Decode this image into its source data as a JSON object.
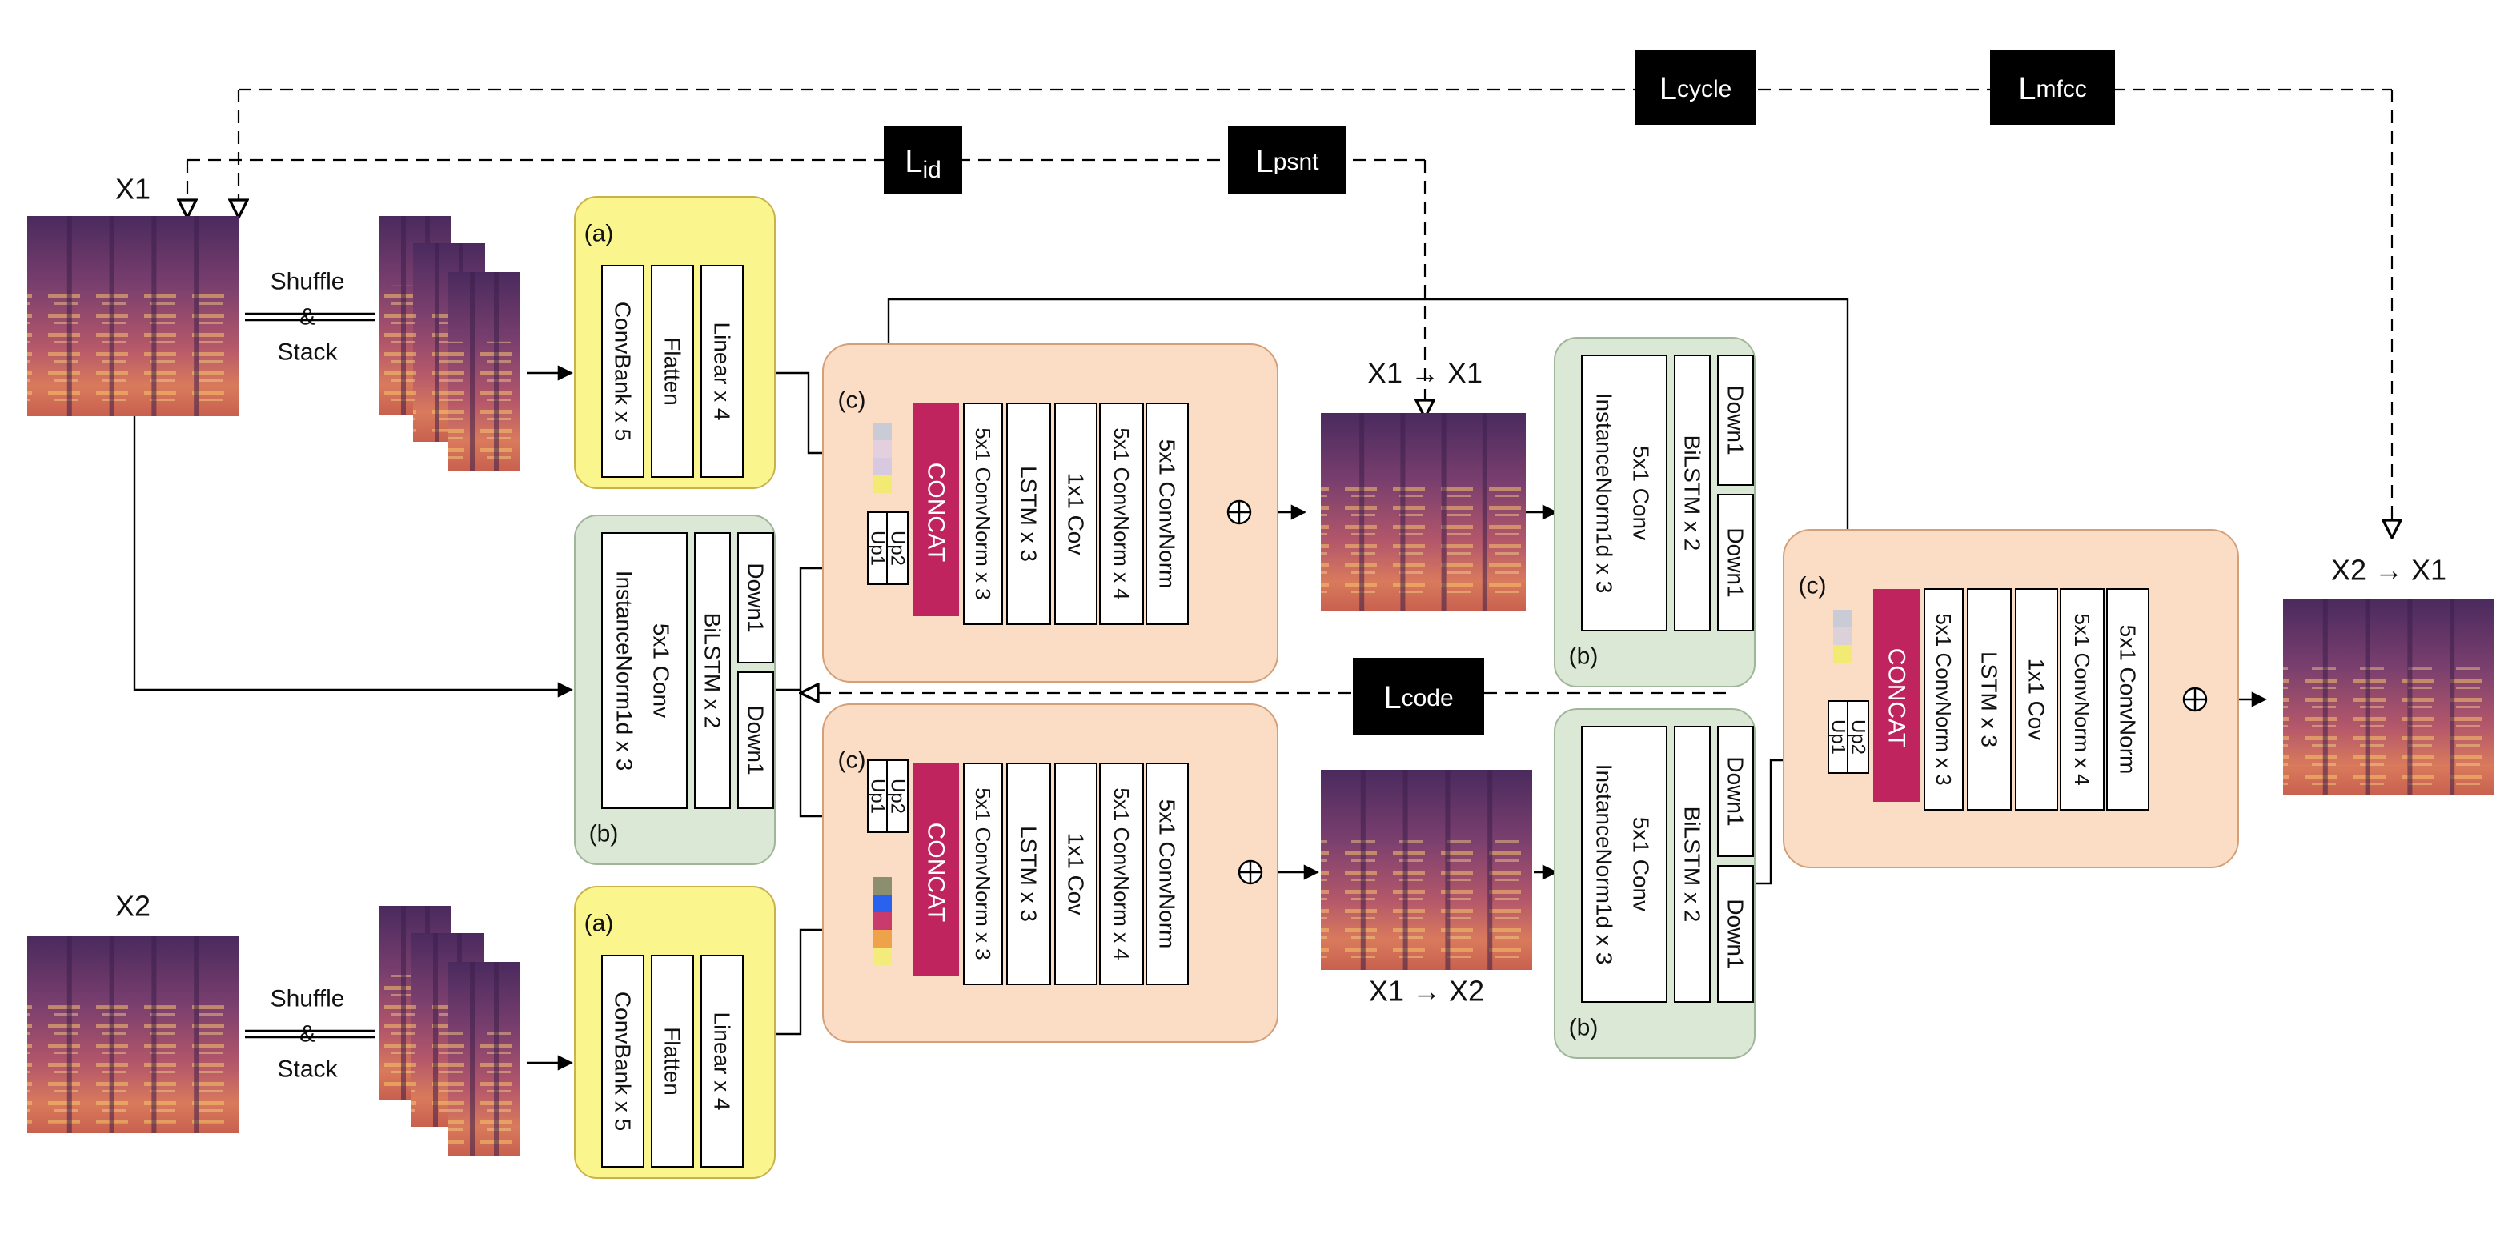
{
  "inputs": {
    "x1_label": "X1",
    "x2_label": "X2",
    "shuffle": "Shuffle",
    "amp": "&",
    "stack": "Stack"
  },
  "outputs": {
    "x1_x1": "X1 → X1",
    "x1_x2": "X1 → X2",
    "x2_x1": "X2 → X1"
  },
  "losses": {
    "cycle": "Lcycle",
    "mfcc": "Lmfcc",
    "id": "Lid",
    "psnt": "Lpsnt",
    "code": "Lcode"
  },
  "module_a": {
    "tag": "(a)",
    "layers": [
      "ConvBank x 5",
      "Flatten",
      "Linear x 4"
    ]
  },
  "module_b": {
    "tag": "(b)",
    "main_layers": [
      "InstanceNorm1d x 3",
      "5x1 Conv",
      "BiLSTM x 2"
    ],
    "down1": "Down1",
    "down2": "Down1"
  },
  "module_c": {
    "tag": "(c)",
    "up1": "Up1",
    "up2": "Up2",
    "concat": "CONCAT",
    "layers": [
      "5x1 ConvNorm x 3",
      "LSTM x 3",
      "1x1 Cov",
      "5x1 ConvNorm x 4",
      "5x1 ConvNorm"
    ]
  },
  "colors": {
    "module_a_fill": "#fbf58e",
    "module_b_fill": "#dbe8d5",
    "module_c_fill": "#fbdcc4",
    "concat_fill": "#c0245e",
    "loss_fill": "#000000",
    "spectrogram_dark": "#3c1f4a",
    "spectrogram_bright": "#f7c96a"
  }
}
